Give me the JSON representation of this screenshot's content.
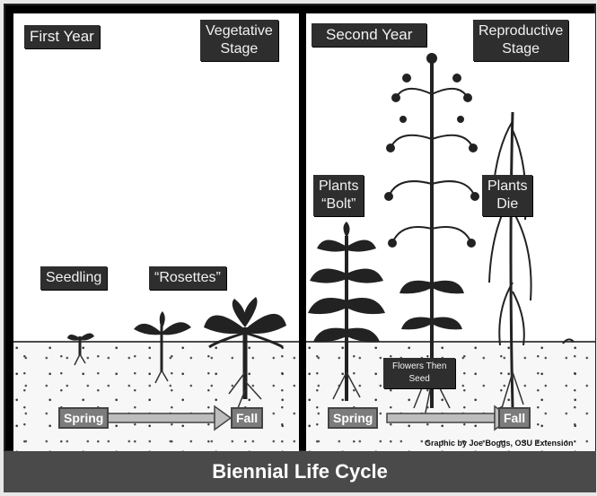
{
  "diagram": {
    "title": "Biennial Life Cycle",
    "credit": "Graphic by Joe Boggs, OSU Extension",
    "panels": {
      "first": {
        "year_label": "First Year",
        "stage_label": "Vegetative\nStage",
        "plant_labels": {
          "seedling": "Seedling",
          "rosettes": "“Rosettes”"
        },
        "timeline": {
          "start": "Spring",
          "end": "Fall"
        }
      },
      "second": {
        "year_label": "Second Year",
        "stage_label": "Reproductive\nStage",
        "plant_labels": {
          "bolt": "Plants\n“Bolt”",
          "die": "Plants\nDie",
          "flowers": "Flowers Then\nSeed"
        },
        "timeline": {
          "start": "Spring",
          "end": "Fall"
        }
      }
    }
  }
}
